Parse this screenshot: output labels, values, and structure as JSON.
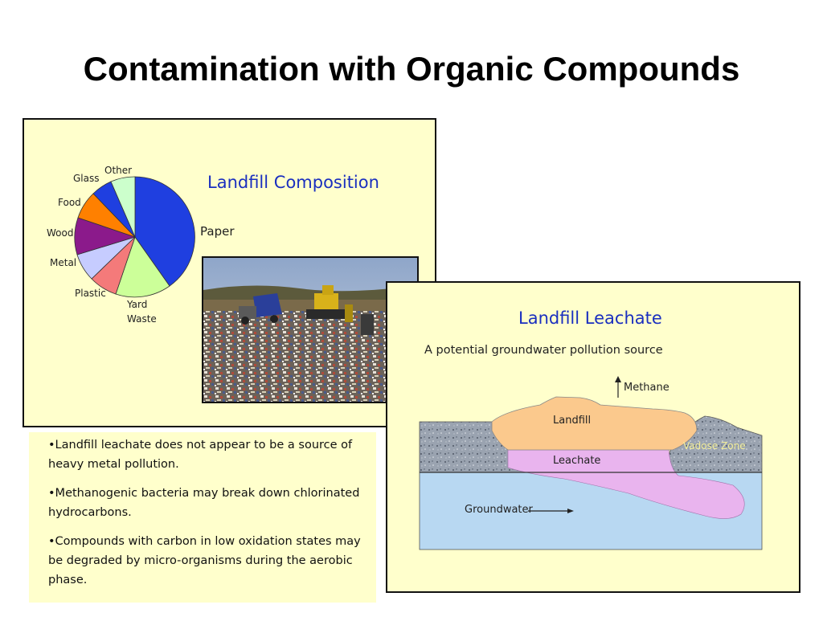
{
  "slide": {
    "title": "Contamination with Organic Compounds"
  },
  "composition": {
    "title": "Landfill Composition",
    "slice_labels": {
      "paper": "Paper",
      "yard": "Yard",
      "waste": "Waste",
      "plastic": "Plastic",
      "metal": "Metal",
      "wood": "Wood",
      "food": "Food",
      "glass": "Glass",
      "other": "Other"
    },
    "slice_colors": {
      "paper": "#1f3fe0",
      "yard_waste": "#ccff99",
      "plastic": "#f47a7a",
      "metal": "#c6ccff",
      "wood": "#8b1a8b",
      "food": "#ff8000",
      "glass": "#1f3fe0",
      "other": "#ccffcc"
    }
  },
  "leachate": {
    "title": "Landfill Leachate",
    "subtitle": "A potential groundwater pollution source",
    "methane": "Methane",
    "landfill": "Landfill",
    "leachate": "Leachate",
    "vadose": "Vadose Zone",
    "groundwater": "Groundwater"
  },
  "bullets": [
    "•Landfill leachate does not appear to be a source of heavy metal pollution.",
    "•Methanogenic bacteria may break down chlorinated hydrocarbons.",
    "•Compounds with carbon in low oxidation states may be degraded by micro-organisms during the aerobic phase."
  ]
}
